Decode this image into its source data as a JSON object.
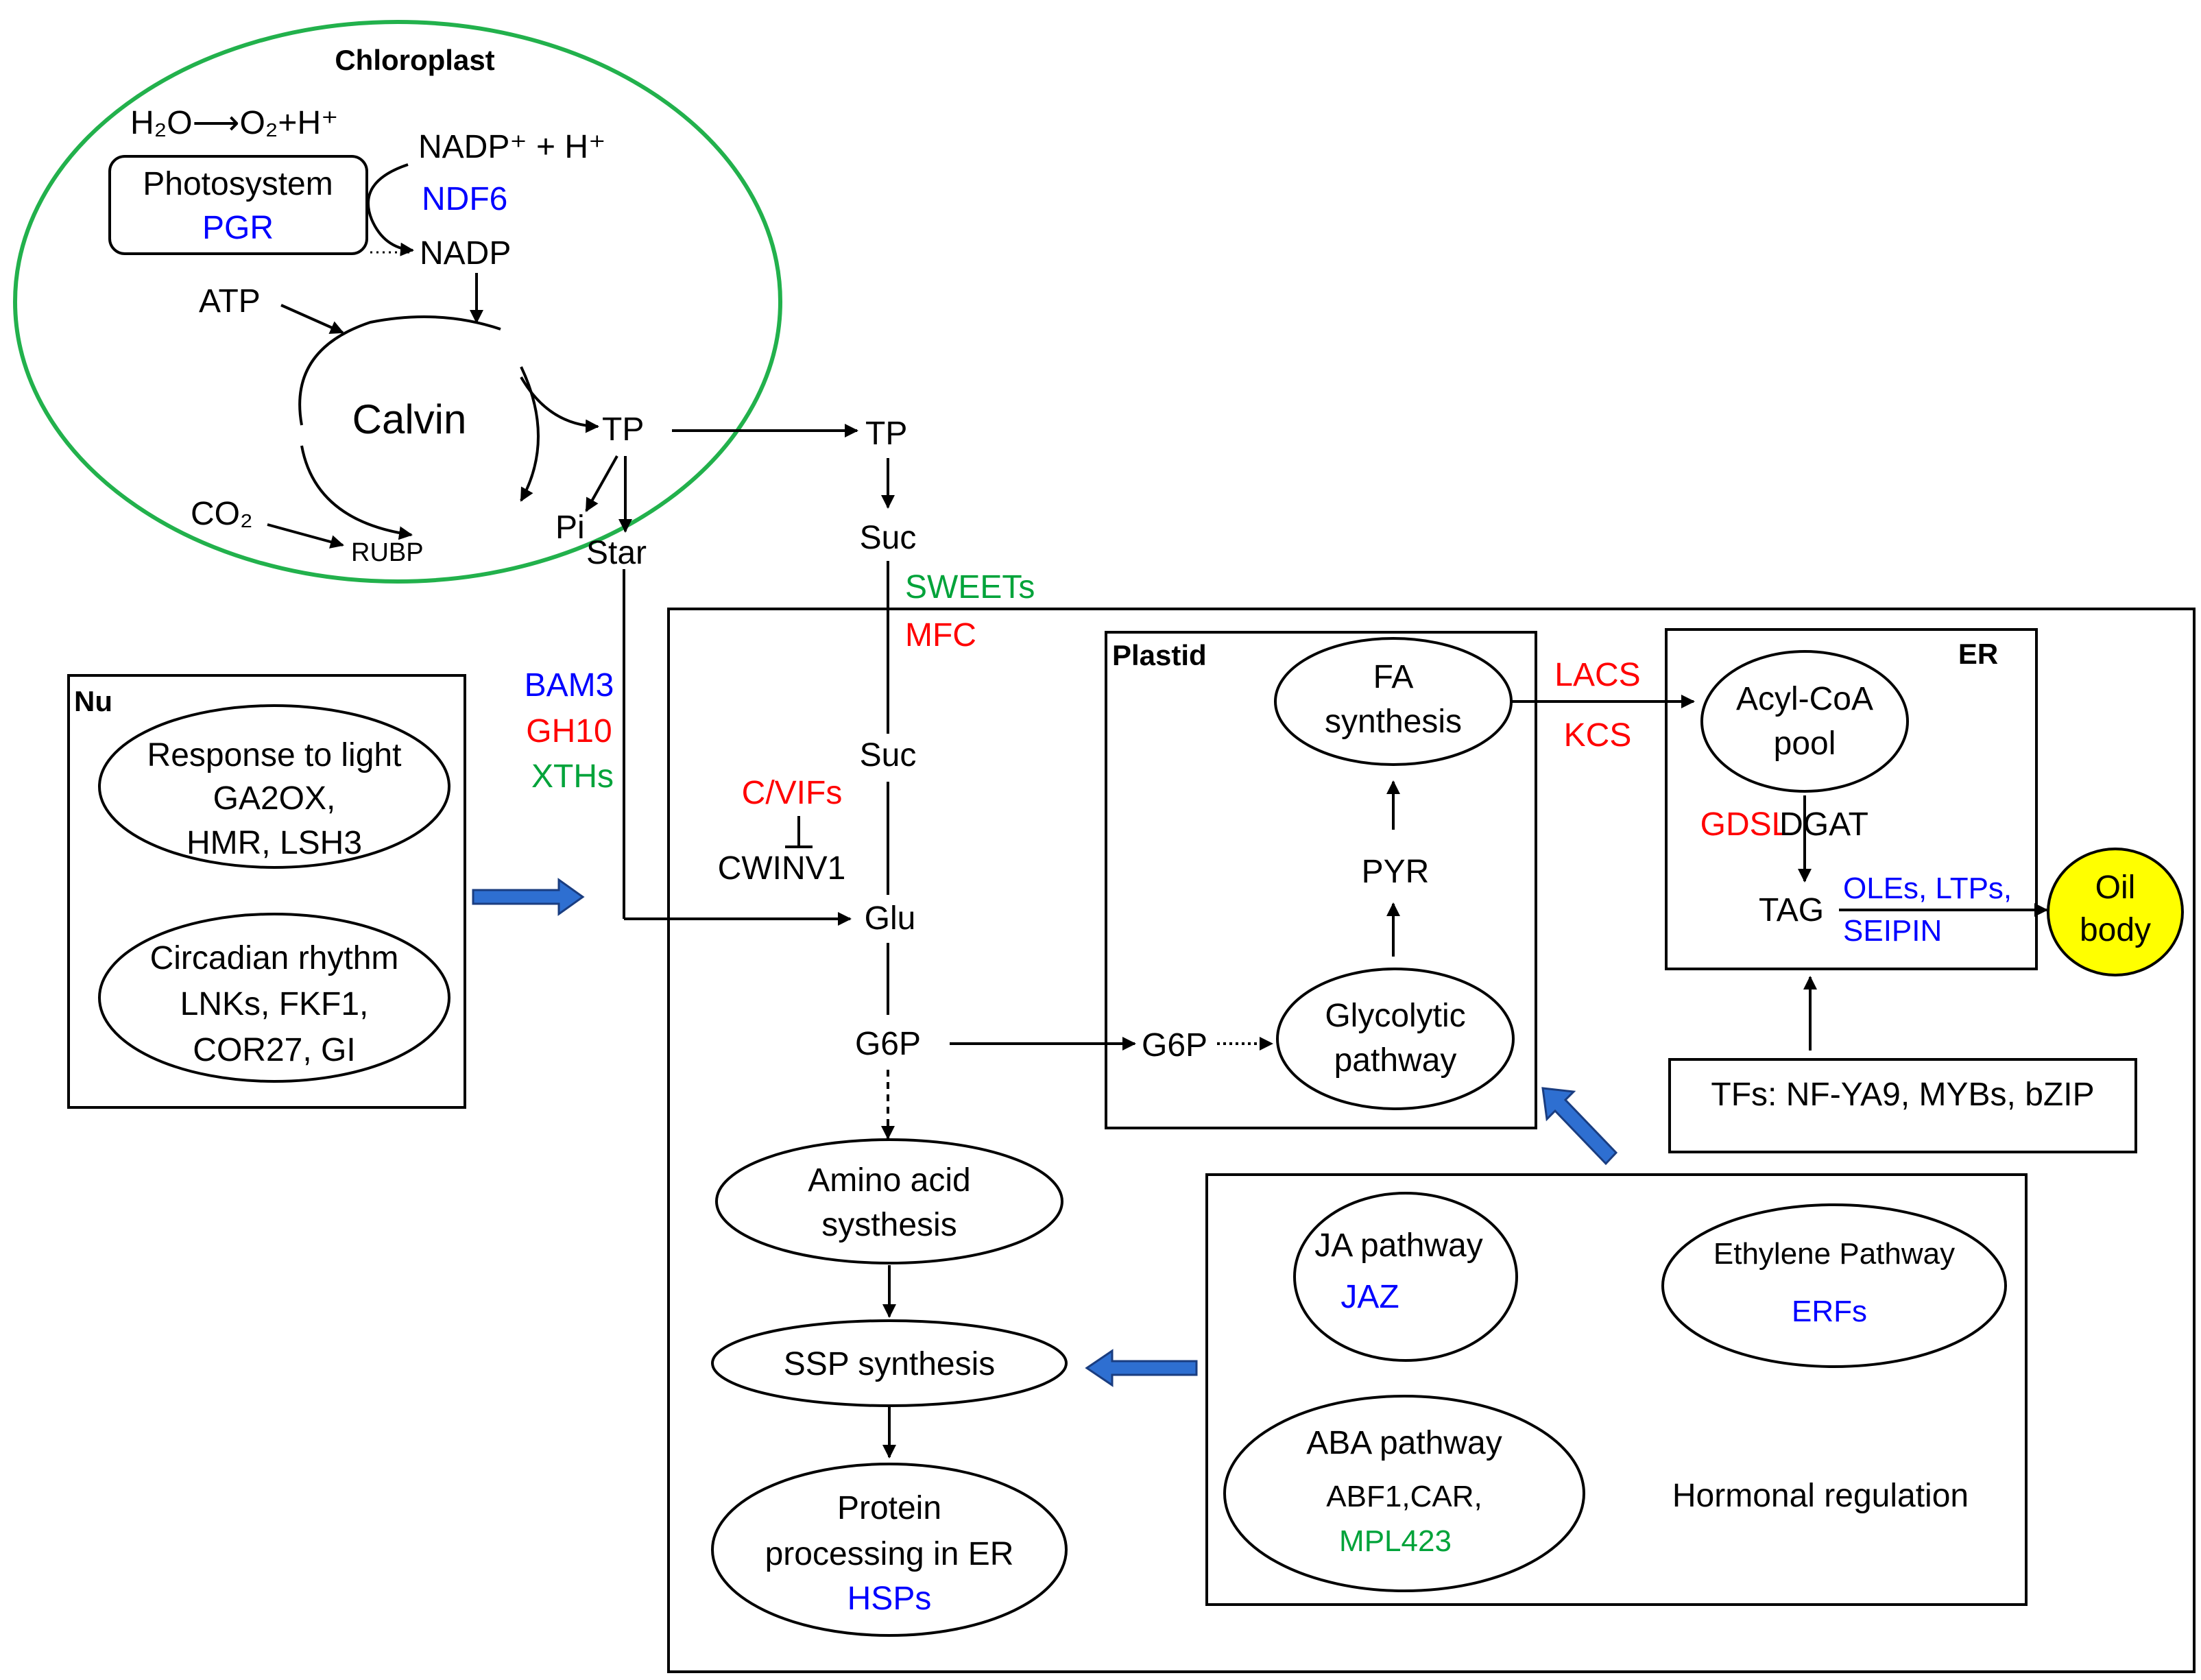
{
  "chloroplast": {
    "title": "Chloroplast",
    "water_split": "H₂O⟶O₂+H⁺",
    "nadp_plus": "NADP⁺ + H⁺",
    "photosystem": "Photosystem",
    "pgr": "PGR",
    "ndf6": "NDF6",
    "nadp": "NADP",
    "atp": "ATP",
    "calvin": "Calvin",
    "co2": "CO₂",
    "rubp": "RUBP",
    "tp": "TP",
    "pi": "Pi",
    "star": "Star"
  },
  "cytosol": {
    "tp": "TP",
    "suc_top": "Suc",
    "sweets": "SWEETs",
    "mfc": "MFC",
    "suc_mid": "Suc",
    "cvifs": "C/VIFs",
    "cwinv1": "CWINV1",
    "glu": "Glu",
    "g6p": "G6P",
    "bam3": "BAM3",
    "gh10": "GH10",
    "xths": "XTHs"
  },
  "nucleus": {
    "title": "Nu",
    "light_title": "Response to light",
    "ga2ox": "GA2OX",
    "comma": ",",
    "hmr": "HMR,",
    "lsh3": "LSH3",
    "circadian_title": "Circadian rhythm",
    "lnks": "LNKs",
    "fkf1": "FKF1,",
    "cor27": "COR27,",
    "gi": "GI"
  },
  "plastid": {
    "title": "Plastid",
    "fa_line1": "FA",
    "fa_line2": "synthesis",
    "pyr": "PYR",
    "g6p": "G6P",
    "glyco_line1": "Glycolytic",
    "glyco_line2": "pathway"
  },
  "er": {
    "title": "ER",
    "lacs": "LACS",
    "kcs": "KCS",
    "acyl_line1": "Acyl-CoA",
    "acyl_line2": "pool",
    "gdsl": "GDSL",
    "dgat": "DGAT",
    "tag": "TAG",
    "oles": "OLEs, LTPs,",
    "seipin": "SEIPIN",
    "oil_line1": "Oil",
    "oil_line2": "body"
  },
  "tfs": {
    "label": "TFs:",
    "nfya9": "NF-YA9",
    "rest": ", MYBs, bZIP"
  },
  "protein": {
    "amino_line1": "Amino acid",
    "amino_line2": "systhesis",
    "ssp": "SSP synthesis",
    "prot_line1": "Protein",
    "prot_line2": "processing in ER",
    "hsps": "HSPs"
  },
  "hormones": {
    "ja_title": "JA pathway",
    "jaz": "JAZ",
    "eth_title": "Ethylene Pathway",
    "erfs": "ERFs",
    "aba_title": "ABA pathway",
    "abf1": "ABF1",
    "car": ",CAR,",
    "mpl423": "MPL423",
    "label": "Hormonal regulation"
  },
  "colors": {
    "up": "#ff0000",
    "down": "#0000ff",
    "other": "#00a33a",
    "chloroplast_border": "#22b14c",
    "oil_body": "#ffff00",
    "block_arrow": "#2e6fd1"
  }
}
